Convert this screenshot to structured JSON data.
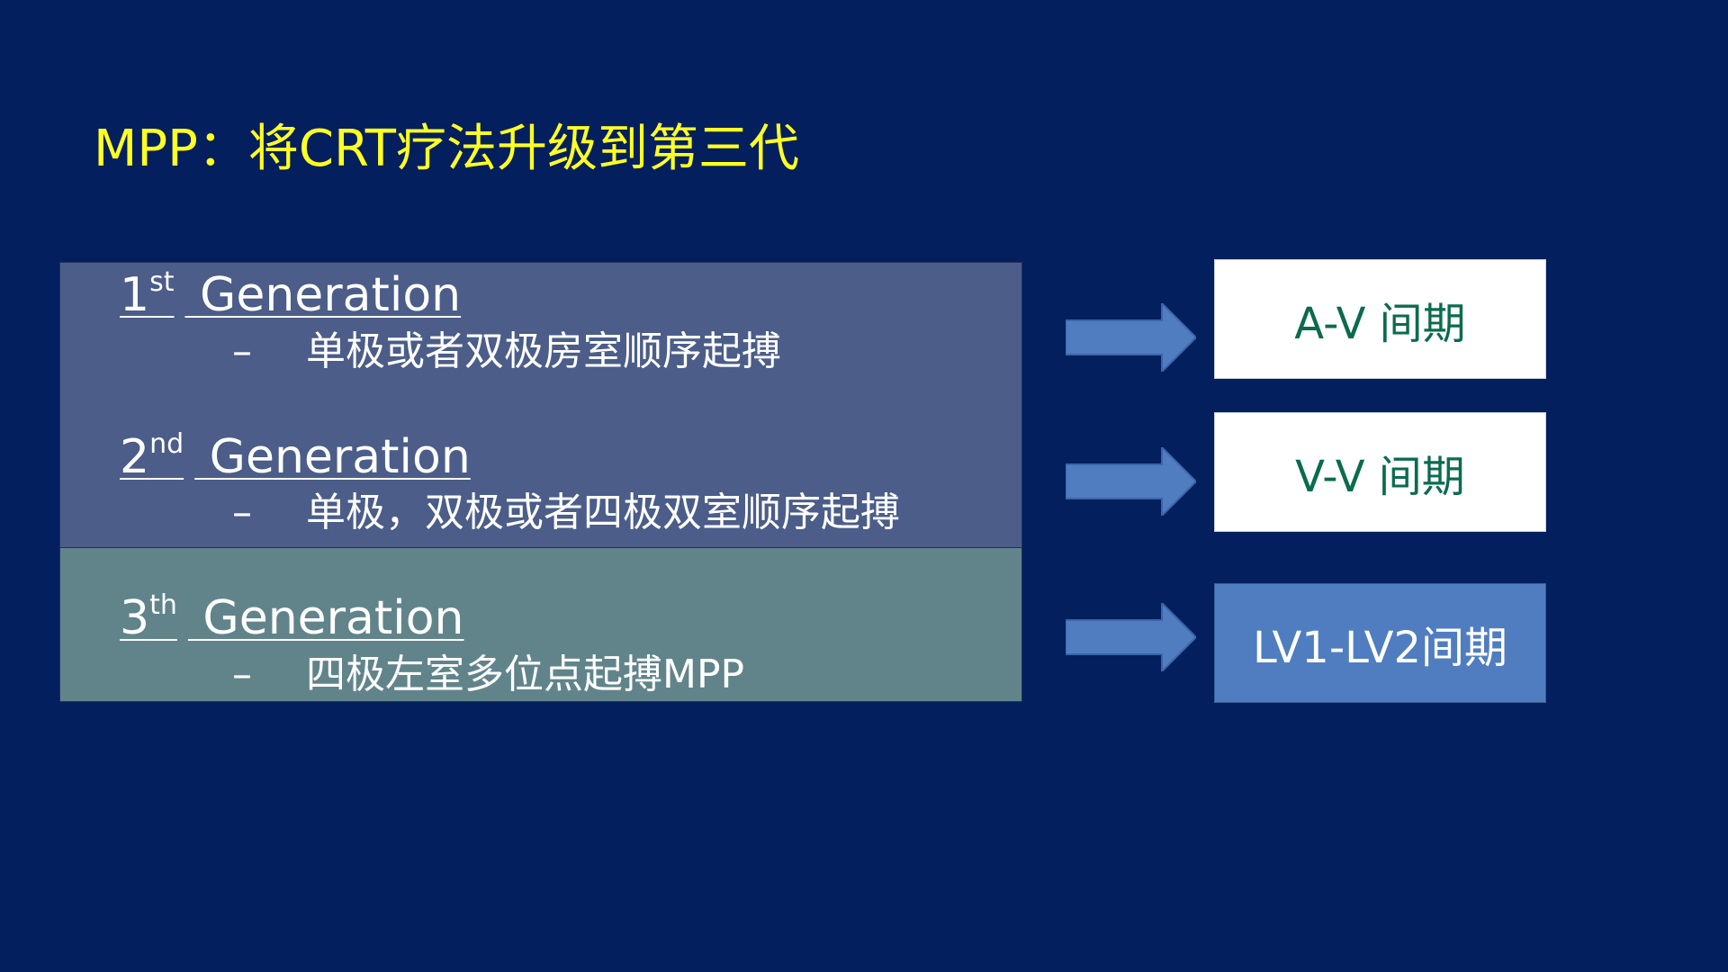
{
  "title": "MPP：将CRT疗法升级到第三代",
  "generations": [
    {
      "number": "1",
      "suffix": "st",
      "label": " Generation",
      "dash": "–",
      "description": "单极或者双极房室顺序起搏"
    },
    {
      "number": "2",
      "suffix": "nd",
      "label": " Generation",
      "dash": "–",
      "description": "单极，双极或者四极双室顺序起搏"
    },
    {
      "number": "3",
      "suffix": "th",
      "label": " Generation",
      "dash": "–",
      "description": "四极左室多位点起搏MPP"
    }
  ],
  "boxes": [
    {
      "label": "A-V 间期"
    },
    {
      "label": "V-V 间期"
    },
    {
      "label": "LV1-LV2间期"
    }
  ],
  "colors": {
    "background": "#041f5e",
    "title": "#ffff22",
    "panel_top": "#4b5d88",
    "panel_bottom": "#61848b",
    "arrow": "#4f7dc0",
    "box_white_text": "#0b6b4e",
    "box_blue": "#4f7dc0"
  },
  "icons": [
    "right-arrow-icon",
    "right-arrow-icon",
    "right-arrow-icon"
  ]
}
